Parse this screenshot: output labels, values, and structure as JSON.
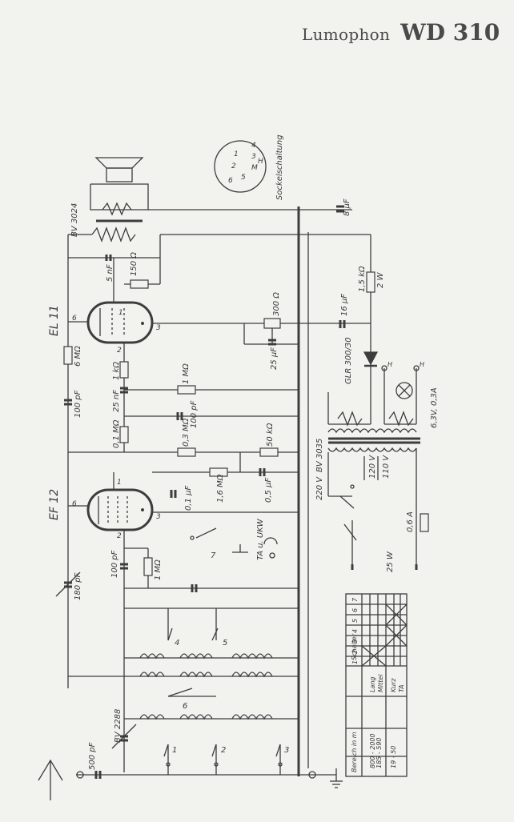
{
  "header": {
    "brand": "Lumophon",
    "model": "WD 310"
  },
  "tubes": {
    "el11": "EL 11",
    "ef12": "EF 12"
  },
  "socket": {
    "label": "Sockelschaltung",
    "pins": [
      "1",
      "2",
      "3",
      "4",
      "5",
      "6",
      "M",
      "H"
    ]
  },
  "labels": {
    "bv3024": "BV 3024",
    "c5nf": "5 nF",
    "r150": "150 Ω",
    "r6m": "6 MΩ",
    "c100pf_a": "100 pF",
    "r1k": "1 kΩ",
    "c25nf": "25 nF",
    "r01m": "0,1 MΩ",
    "r1m_a": "1 MΩ",
    "c100pf_b": "100 pF",
    "r03m": "0,3 MΩ",
    "r50k": "50 kΩ",
    "c01uf": "0,1 µF",
    "r16m": "1,6 MΩ",
    "c05uf": "0,5 µF",
    "r300": "300 Ω",
    "c25uf": "25 µF",
    "c16uf": "16 µF",
    "c8uf": "8 µF",
    "r15k": "1,5 kΩ",
    "r2w": "2 W",
    "glr": "GLR 300/30",
    "bv3035": "BV 3035",
    "v220": "220 V",
    "v120": "120 V",
    "v110": "110 V",
    "fuse": "0,6 A",
    "w25": "25 W",
    "lamp": "6,3V, 0,3A",
    "h1": "H",
    "h2": "H",
    "ta": "TA u. UKW",
    "c180pf": "180 pF",
    "c100pf_c": "100 pF",
    "r1m_b": "1 MΩ",
    "bv2288": "BV 2288",
    "c500pf": "500 pF",
    "pin1": "1",
    "pin2": "2",
    "pin3": "3",
    "pin6": "6",
    "pin1b": "1",
    "pin2b": "2",
    "pin3b": "3",
    "pin6b": "6",
    "sw1": "1",
    "sw2": "2",
    "sw3": "3",
    "sw4": "4",
    "sw5": "5",
    "sw6": "6",
    "sw7": "7"
  },
  "switch_table": {
    "head_col1": "Bereich in m",
    "head_col2": "Schalter",
    "columns": [
      "1",
      "2",
      "3",
      "4",
      "5",
      "6",
      "7"
    ],
    "rows": [
      {
        "range": "800 - 2000",
        "band": "Lang"
      },
      {
        "range": "185 - 590",
        "band": "Mittel"
      },
      {
        "range": "19 - 50",
        "band": "Kurz"
      },
      {
        "range": "",
        "band": "TA"
      }
    ]
  }
}
